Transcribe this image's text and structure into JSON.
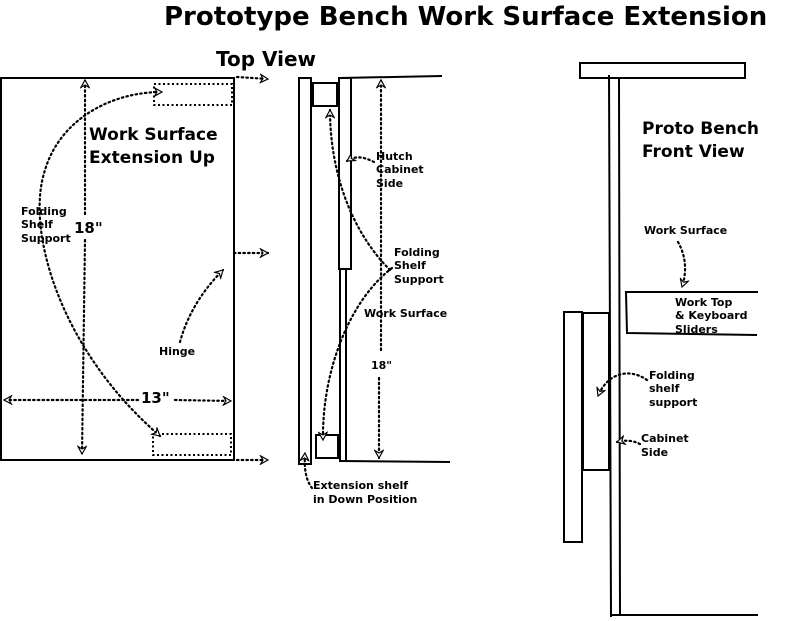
{
  "title": "Prototype Bench Work Surface Extension",
  "top_view": {
    "heading": "Top View",
    "extension_label_line1": "Work Surface",
    "extension_label_line2": "Extension Up",
    "folding_support_line1": "Folding",
    "folding_support_line2": "Shelf",
    "folding_support_line3": "Support",
    "dim_height": "18\"",
    "dim_width": "13\"",
    "hinge": "Hinge"
  },
  "side_view": {
    "hutch_line1": "Hutch",
    "hutch_line2": "Cabinet",
    "hutch_line3": "Side",
    "folding_line1": "Folding",
    "folding_line2": "Shelf",
    "folding_line3": "Support",
    "work_surface": "Work Surface",
    "dim_height": "18\"",
    "ext_shelf_line1": "Extension shelf",
    "ext_shelf_line2": "in Down Position"
  },
  "front_view": {
    "heading_line1": "Proto Bench",
    "heading_line2": "Front View",
    "work_surface": "Work Surface",
    "work_top_line1": "Work Top",
    "work_top_line2": "& Keyboard",
    "work_top_line3": "Sliders",
    "folding_line1": "Folding",
    "folding_line2": "shelf",
    "folding_line3": "support",
    "cabinet_line1": "Cabinet",
    "cabinet_line2": "Side"
  }
}
